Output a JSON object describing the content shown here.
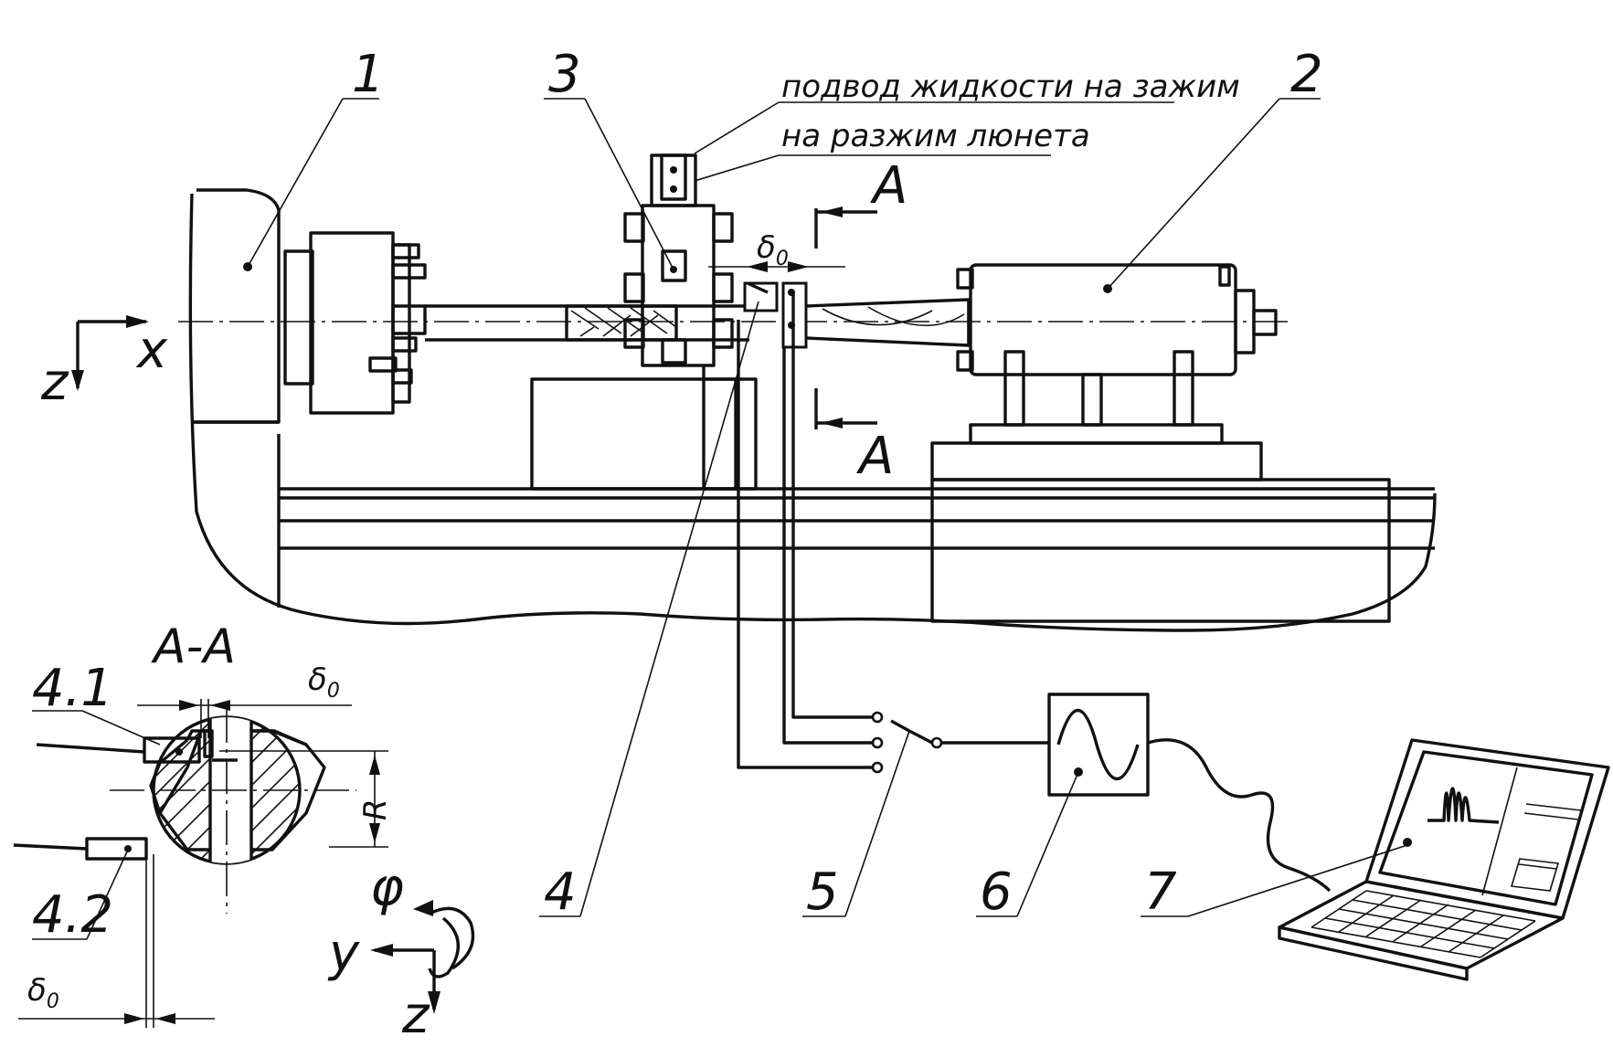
{
  "callouts": {
    "n1": "1",
    "n2": "2",
    "n3": "3",
    "n4": "4",
    "n5": "5",
    "n6": "6",
    "n7": "7",
    "n41": "4.1",
    "n42": "4.2"
  },
  "notes": {
    "fluid_clamp": "подвод жидкости на зажим",
    "steady_unclamp": "на разжим люнета"
  },
  "section": {
    "marker": "А",
    "title": "А-А",
    "radius": "R"
  },
  "gap": {
    "delta": "δ",
    "sub": "0"
  },
  "axes": {
    "x": "x",
    "y": "y",
    "z": "z",
    "phi": "φ"
  }
}
